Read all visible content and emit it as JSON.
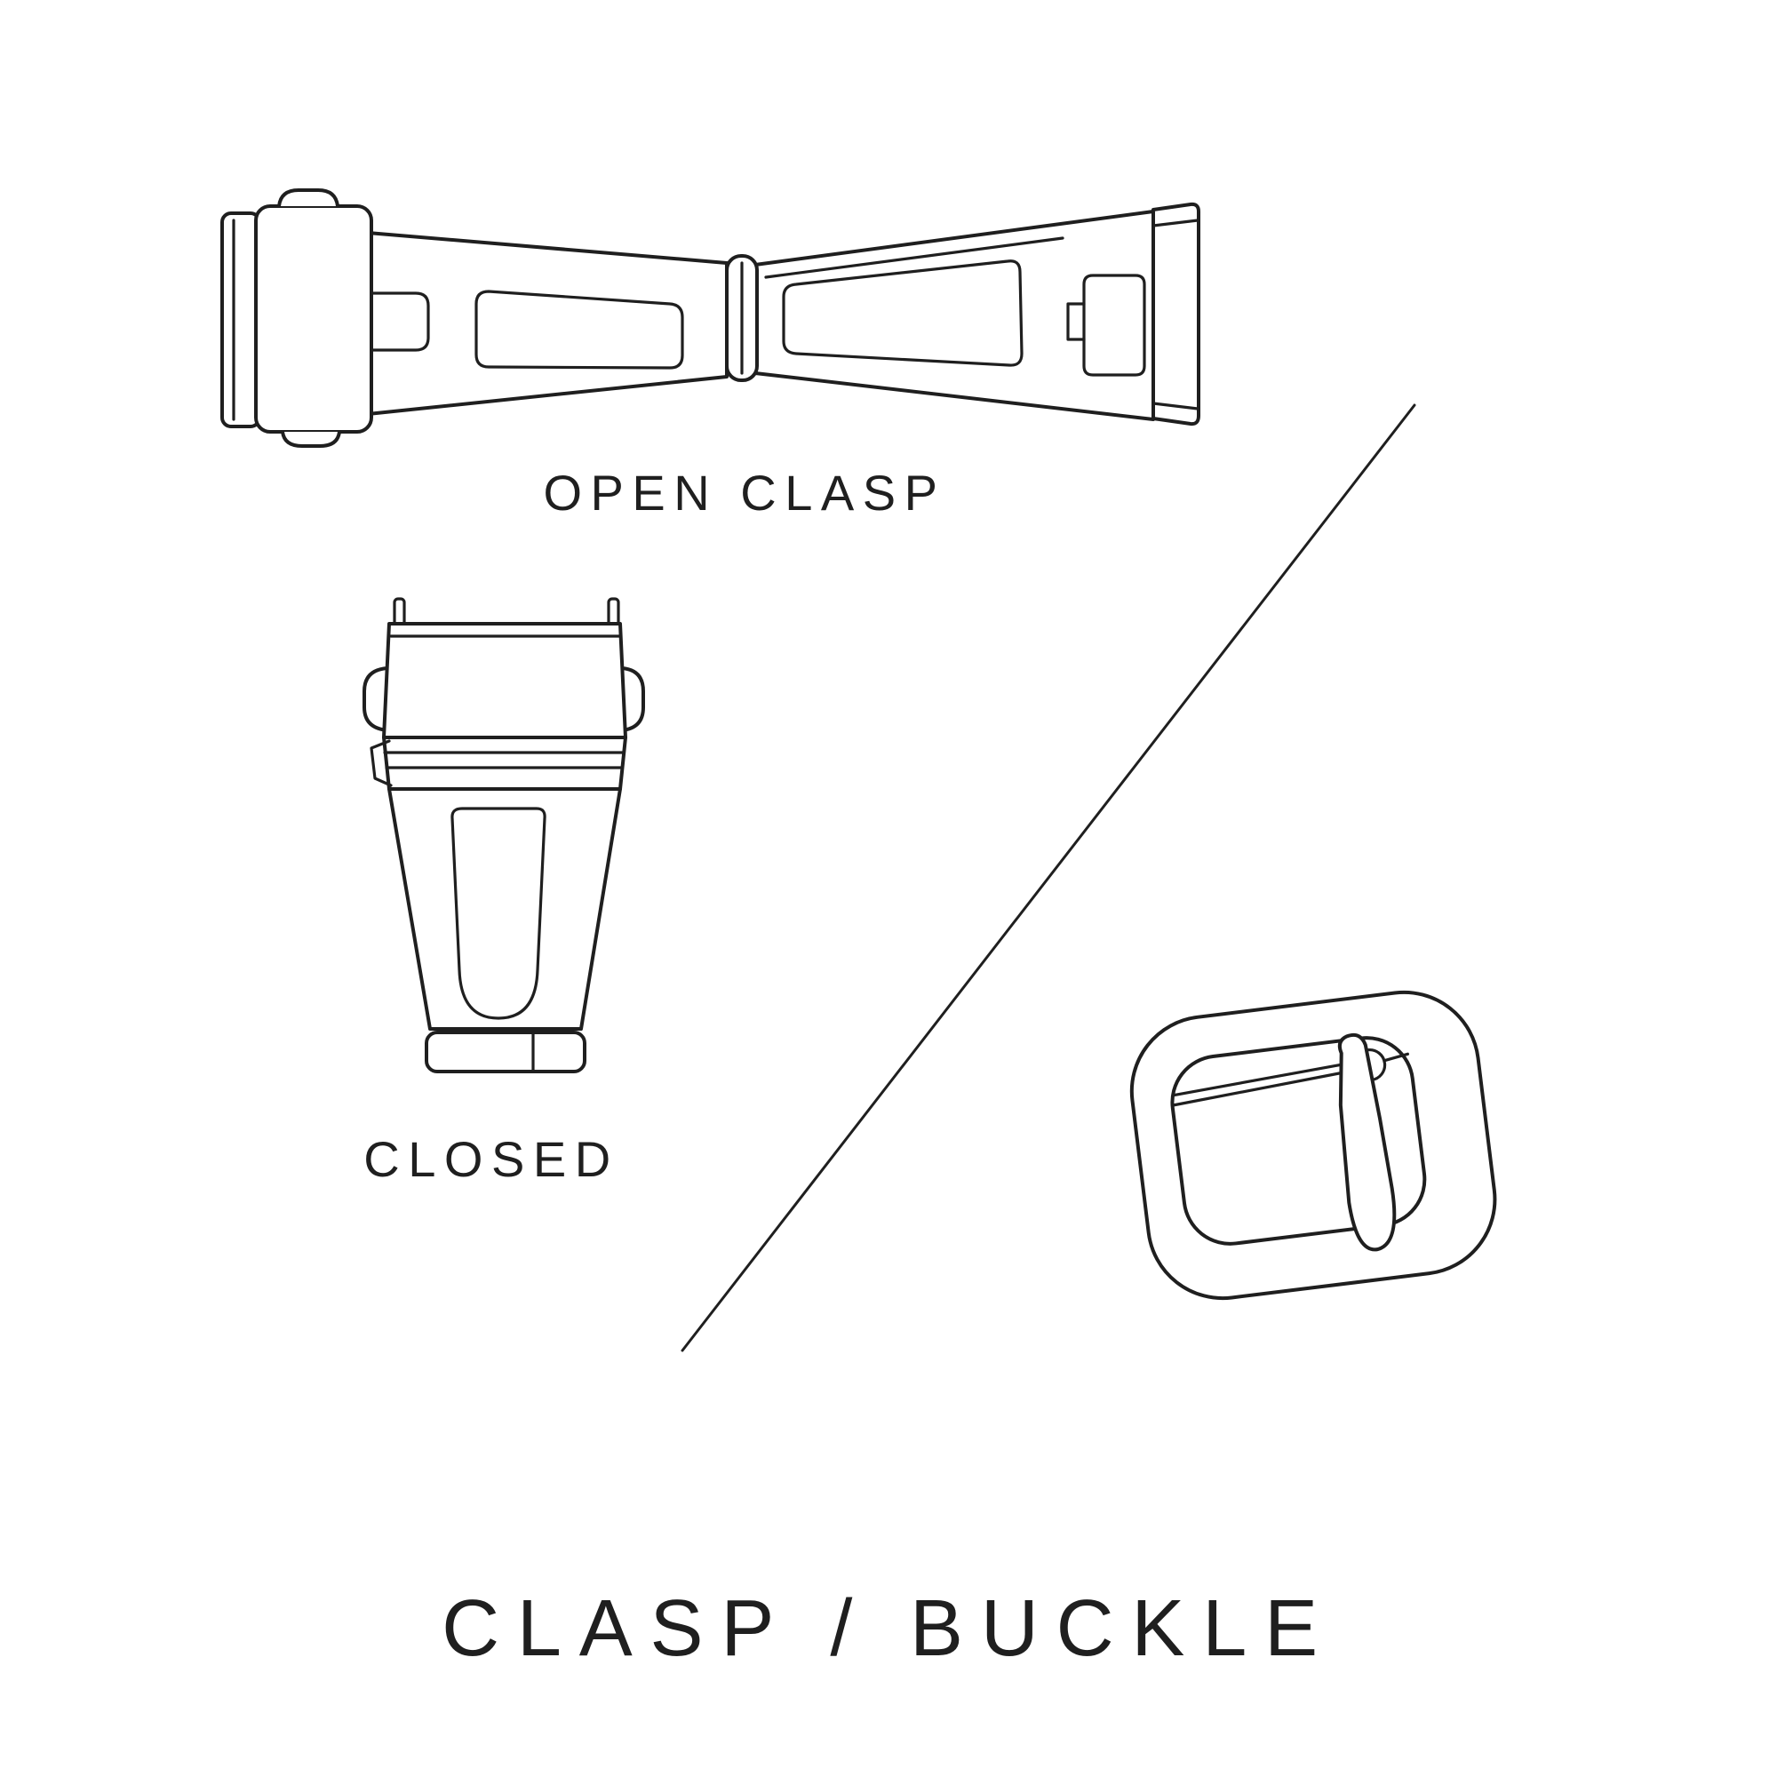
{
  "page": {
    "background": "#ffffff",
    "ink": "#1f1f1f"
  },
  "labels": {
    "open_clasp": "OPEN CLASP",
    "closed": "CLOSED"
  },
  "title": "CLASP / BUCKLE",
  "illustrations": {
    "open_clasp": "open-clasp-line-drawing",
    "closed_clasp": "closed-clasp-line-drawing",
    "buckle": "tang-buckle-line-drawing",
    "divider": "diagonal-divider-line"
  }
}
